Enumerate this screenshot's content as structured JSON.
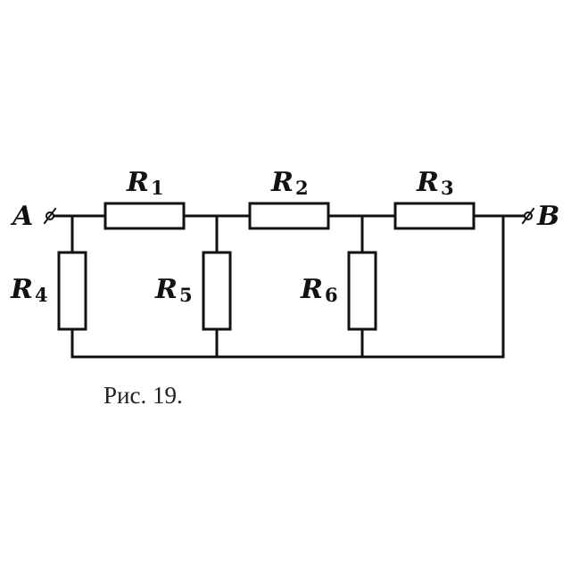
{
  "terminals": {
    "left": "A",
    "right": "B"
  },
  "resistors": [
    {
      "id": "R1",
      "letter": "R",
      "index": "1"
    },
    {
      "id": "R2",
      "letter": "R",
      "index": "2"
    },
    {
      "id": "R3",
      "letter": "R",
      "index": "3"
    },
    {
      "id": "R4",
      "letter": "R",
      "index": "4"
    },
    {
      "id": "R5",
      "letter": "R",
      "index": "5"
    },
    {
      "id": "R6",
      "letter": "R",
      "index": "6"
    }
  ],
  "caption": "Рис. 19.",
  "colors": {
    "line": "#111111",
    "background": "#ffffff"
  }
}
